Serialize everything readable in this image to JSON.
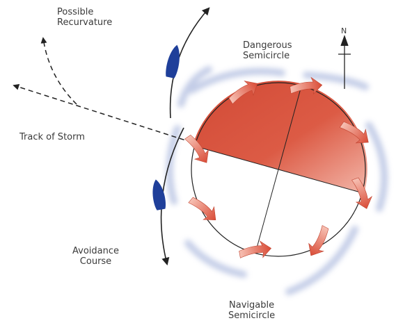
{
  "labels": {
    "recurvature": [
      "Possible",
      "Recurvature"
    ],
    "dangerous": [
      "Dangerous",
      "Semicircle"
    ],
    "north": "N",
    "track": "Track of Storm",
    "avoidance": [
      "Avoidance",
      "Course"
    ],
    "navigable": [
      "Navigable",
      "Semicircle"
    ]
  },
  "colors": {
    "dangerous_fill": "#d9553f",
    "arrow_fill": "#e4553e",
    "vessel_fill": "#1f3f9a",
    "outer_halo": "#b9c4e3",
    "line": "#222222",
    "text": "#3a3a3a"
  },
  "icons": {
    "north": "north-arrow-icon",
    "vessel": "ship-icon",
    "wind": "curved-arrow-icon"
  }
}
